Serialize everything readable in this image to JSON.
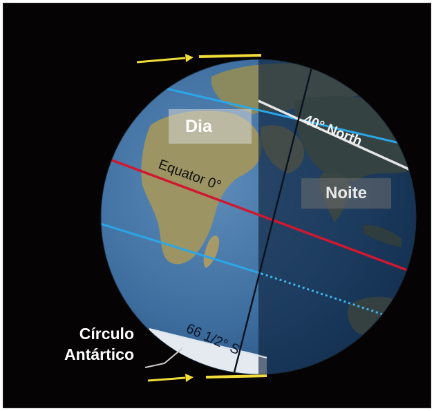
{
  "labels": {
    "day": "Dia",
    "night": "Noite",
    "antarctic_line1": "Círculo",
    "antarctic_line2": "Antártico",
    "north_40": "40° North",
    "equator": "Equator 0°",
    "south_66": "66 1/2° S"
  },
  "colors": {
    "background": "#050303",
    "ocean_day": "#3d6d9e",
    "night_shade": "#0a1e38",
    "equator_line": "#d01830",
    "tropic_line": "#2aa7e8",
    "parallel_40": "#e6e6e6",
    "sun_arrows": "#f1dc3a",
    "antarctic_zone": "#e4eaf0"
  }
}
